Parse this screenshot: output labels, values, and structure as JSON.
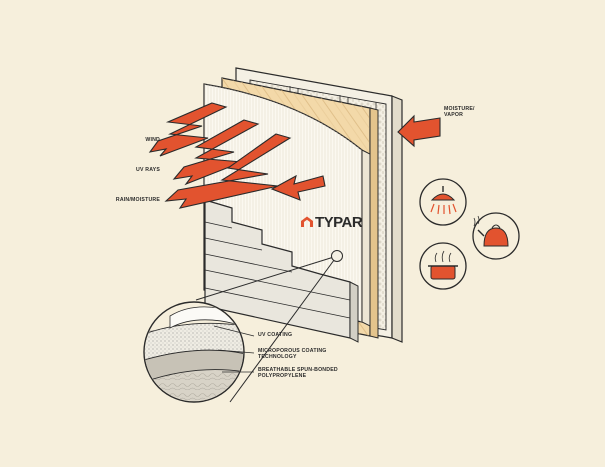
{
  "brand": {
    "name": "TYPAR",
    "accent": "#e2532f"
  },
  "threats": {
    "wind": "WIND",
    "uv_rays": "UV RAYS",
    "rain": "RAIN/MOISTURE"
  },
  "moisture_vapor": "MOISTURE/\nVAPOR",
  "layers": {
    "uv_coating": "UV COATING",
    "microporous": "MICROPOROUS COATING\nTECHNOLOGY",
    "spunbonded": "BREATHABLE SPUN-BONDED\nPOLYPROPYLENE"
  },
  "icons": [
    "shower-icon",
    "kettle-icon",
    "cooking-pot-icon"
  ],
  "colors": {
    "background": "#f6efdc",
    "arrow": "#e2532f",
    "ink": "#2b2b2b",
    "wood": "#f3d9a9"
  }
}
